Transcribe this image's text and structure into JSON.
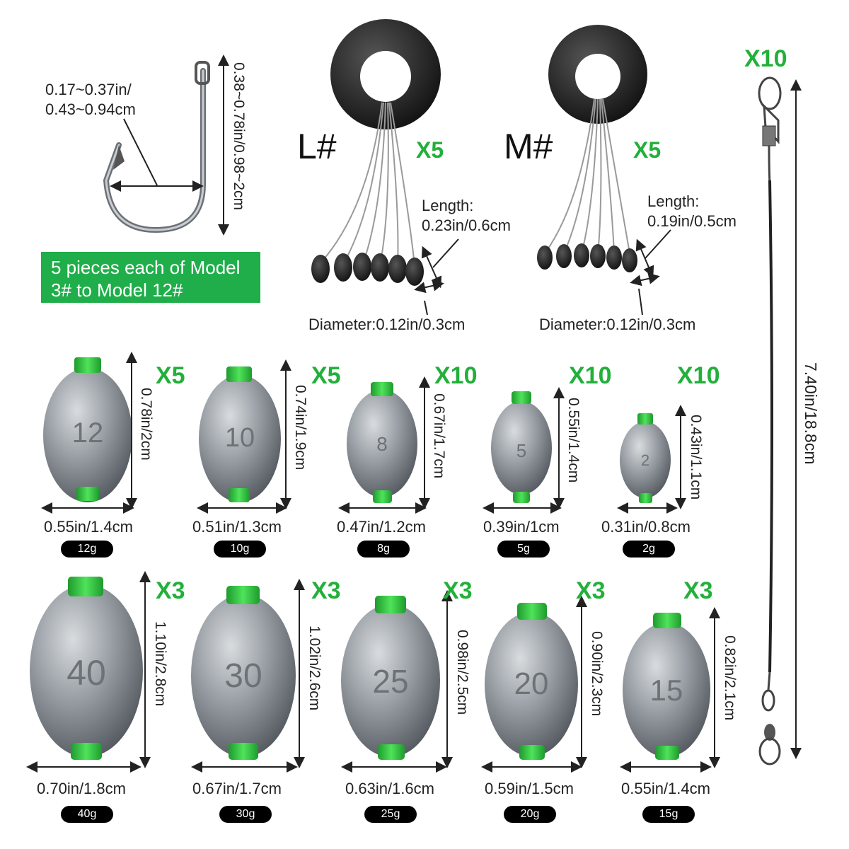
{
  "hook": {
    "gap_label_line1": "0.17~0.37in/",
    "gap_label_line2": "0.43~0.94cm",
    "length_label": "0.38~0.78in/0.98~2cm"
  },
  "banner": {
    "line1": "5 pieces each of Model",
    "line2": "3# to Model 12#"
  },
  "stoppers": [
    {
      "size": "L#",
      "qty": "X5",
      "length_line1": "Length:",
      "length_line2": "0.23in/0.6cm",
      "diameter": "Diameter:0.12in/0.3cm"
    },
    {
      "size": "M#",
      "qty": "X5",
      "length_line1": "Length:",
      "length_line2": "0.19in/0.5cm",
      "diameter": "Diameter:0.12in/0.3cm"
    }
  ],
  "leader": {
    "qty": "X10",
    "length_label": "7.40in/18.8cm"
  },
  "weights_row1": [
    {
      "number": "12",
      "qty": "X5",
      "height": "0.78in/2cm",
      "width": "0.55in/1.4cm",
      "weight": "12g"
    },
    {
      "number": "10",
      "qty": "X5",
      "height": "0.74in/1.9cm",
      "width": "0.51in/1.3cm",
      "weight": "10g"
    },
    {
      "number": "8",
      "qty": "X10",
      "height": "0.67in/1.7cm",
      "width": "0.47in/1.2cm",
      "weight": "8g"
    },
    {
      "number": "5",
      "qty": "X10",
      "height": "0.55in/1.4cm",
      "width": "0.39in/1cm",
      "weight": "5g"
    },
    {
      "number": "2",
      "qty": "X10",
      "height": "0.43in/1.1cm",
      "width": "0.31in/0.8cm",
      "weight": "2g"
    }
  ],
  "weights_row2": [
    {
      "number": "40",
      "qty": "X3",
      "height": "1.10in/2.8cm",
      "width": "0.70in/1.8cm",
      "weight": "40g"
    },
    {
      "number": "30",
      "qty": "X3",
      "height": "1.02in/2.6cm",
      "width": "0.67in/1.7cm",
      "weight": "30g"
    },
    {
      "number": "25",
      "qty": "X3",
      "height": "0.98in/2.5cm",
      "width": "0.63in/1.6cm",
      "weight": "25g"
    },
    {
      "number": "20",
      "qty": "X3",
      "height": "0.90in/2.3cm",
      "width": "0.59in/1.5cm",
      "weight": "20g"
    },
    {
      "number": "15",
      "qty": "X3",
      "height": "0.82in/2.1cm",
      "width": "0.55in/1.4cm",
      "weight": "15g"
    }
  ],
  "colors": {
    "accent_green": "#22b03a",
    "banner_green": "#1fae4a",
    "cap_green": "#2ecc40",
    "metal": "#8a8f96"
  }
}
